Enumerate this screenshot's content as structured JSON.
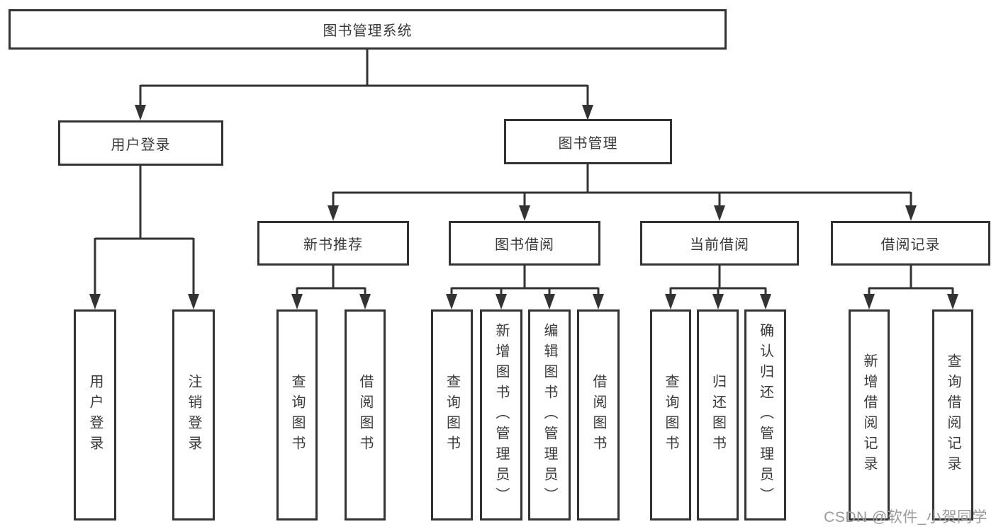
{
  "diagram": {
    "root": {
      "label": "图书管理系统",
      "children": [
        {
          "label": "用户登录",
          "children": [
            {
              "label": "用户登录"
            },
            {
              "label": "注销登录"
            }
          ]
        },
        {
          "label": "图书管理",
          "children": [
            {
              "label": "新书推荐",
              "children": [
                {
                  "label": "查询图书"
                },
                {
                  "label": "借阅图书"
                }
              ]
            },
            {
              "label": "图书借阅",
              "children": [
                {
                  "label": "查询图书"
                },
                {
                  "label": "新增图书（管理员）"
                },
                {
                  "label": "编辑图书（管理员）"
                },
                {
                  "label": "借阅图书"
                }
              ]
            },
            {
              "label": "当前借阅",
              "children": [
                {
                  "label": "查询图书"
                },
                {
                  "label": "归还图书"
                },
                {
                  "label": "确认归还（管理员）"
                }
              ]
            },
            {
              "label": "借阅记录",
              "children": [
                {
                  "label": "新增借阅记录"
                },
                {
                  "label": "查询借阅记录"
                }
              ]
            }
          ]
        }
      ]
    }
  },
  "watermark": {
    "text": "CSDN @软件_小贺同学"
  },
  "colors": {
    "line": "#333333",
    "text": "#3a3a3a",
    "watermark": "#9a9a9a",
    "background": "#ffffff"
  }
}
